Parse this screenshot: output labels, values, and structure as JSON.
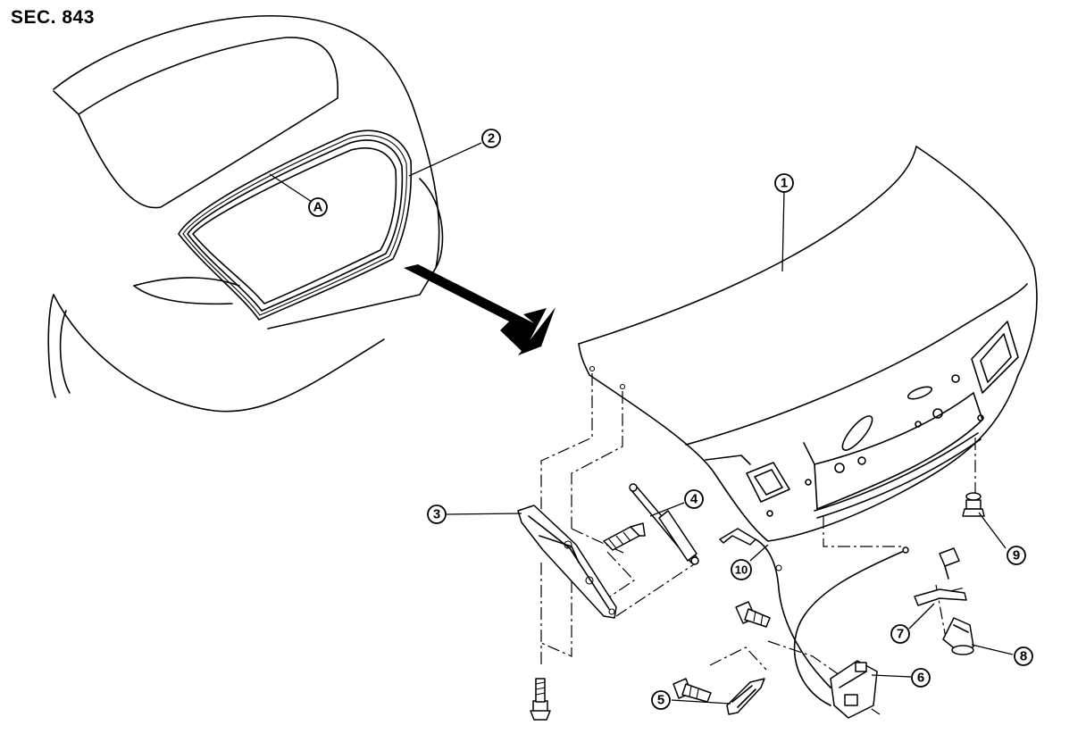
{
  "section_label": "SEC. 843",
  "callouts": {
    "c1": "1",
    "c2": "2",
    "c3": "3",
    "c4": "4",
    "c5": "5",
    "c6": "6",
    "c7": "7",
    "c8": "8",
    "c9": "9",
    "c10": "10",
    "cA": "A"
  }
}
